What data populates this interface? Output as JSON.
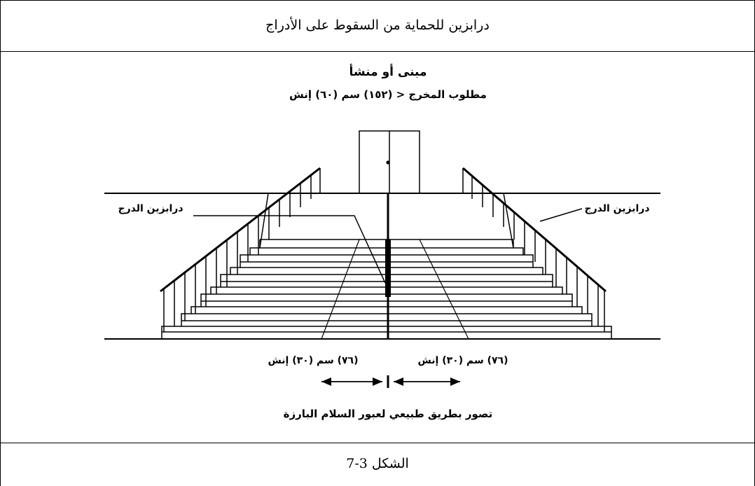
{
  "table": {
    "title": "درابزين للحماية من السقوط على الأدراج",
    "caption": "الشكل 3-7"
  },
  "diagram": {
    "heading": "مبنى أو منشأ",
    "subheading": "مطلوب المخرج < (١٥٢) سم (٦٠) إنش",
    "label_left_handrail": "درابزين الدرج",
    "label_right_handrail": "درابزين الدرج",
    "label_width_left": "(٧٦) سم (٣٠) إنش",
    "label_width_right": "(٧٦) سم (٣٠) إنش",
    "footer_note": "تصور بطريق طبيعي لعبور السلام البارزة"
  }
}
